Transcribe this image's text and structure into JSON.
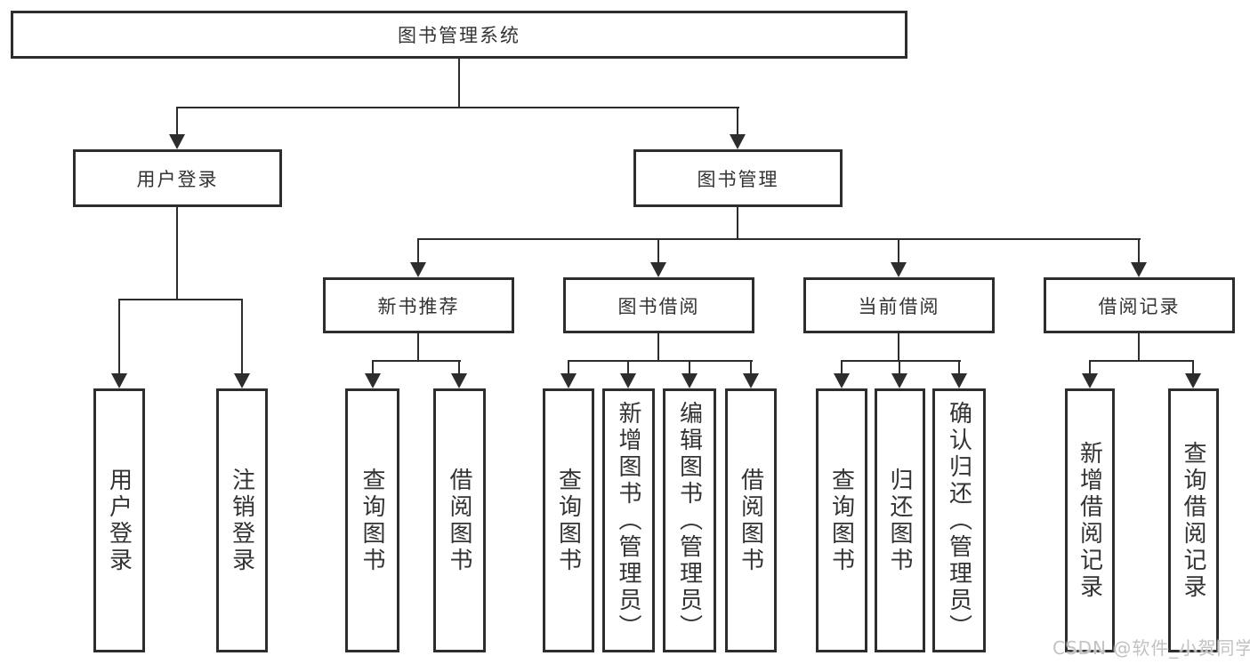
{
  "diagram": {
    "root": "图书管理系统",
    "level2": {
      "user_login": "用户登录",
      "book_mgmt": "图书管理"
    },
    "user_login_children": [
      "用户登录",
      "注销登录"
    ],
    "level3": [
      "新书推荐",
      "图书借阅",
      "当前借阅",
      "借阅记录"
    ],
    "new_book_children": [
      "查询图书",
      "借阅图书"
    ],
    "book_borrow_children": [
      "查询图书",
      "新增图书（管理员）",
      "编辑图书（管理员）",
      "借阅图书"
    ],
    "current_borrow_children": [
      "查询图书",
      "归还图书",
      "确认归还（管理员）"
    ],
    "borrow_record_children": [
      "新增借阅记录",
      "查询借阅记录"
    ]
  },
  "colors": {
    "line": "#2d2d2d",
    "text": "#333333",
    "watermark": "#c2c2c2"
  },
  "watermark": "CSDN @软件_小贺同学"
}
